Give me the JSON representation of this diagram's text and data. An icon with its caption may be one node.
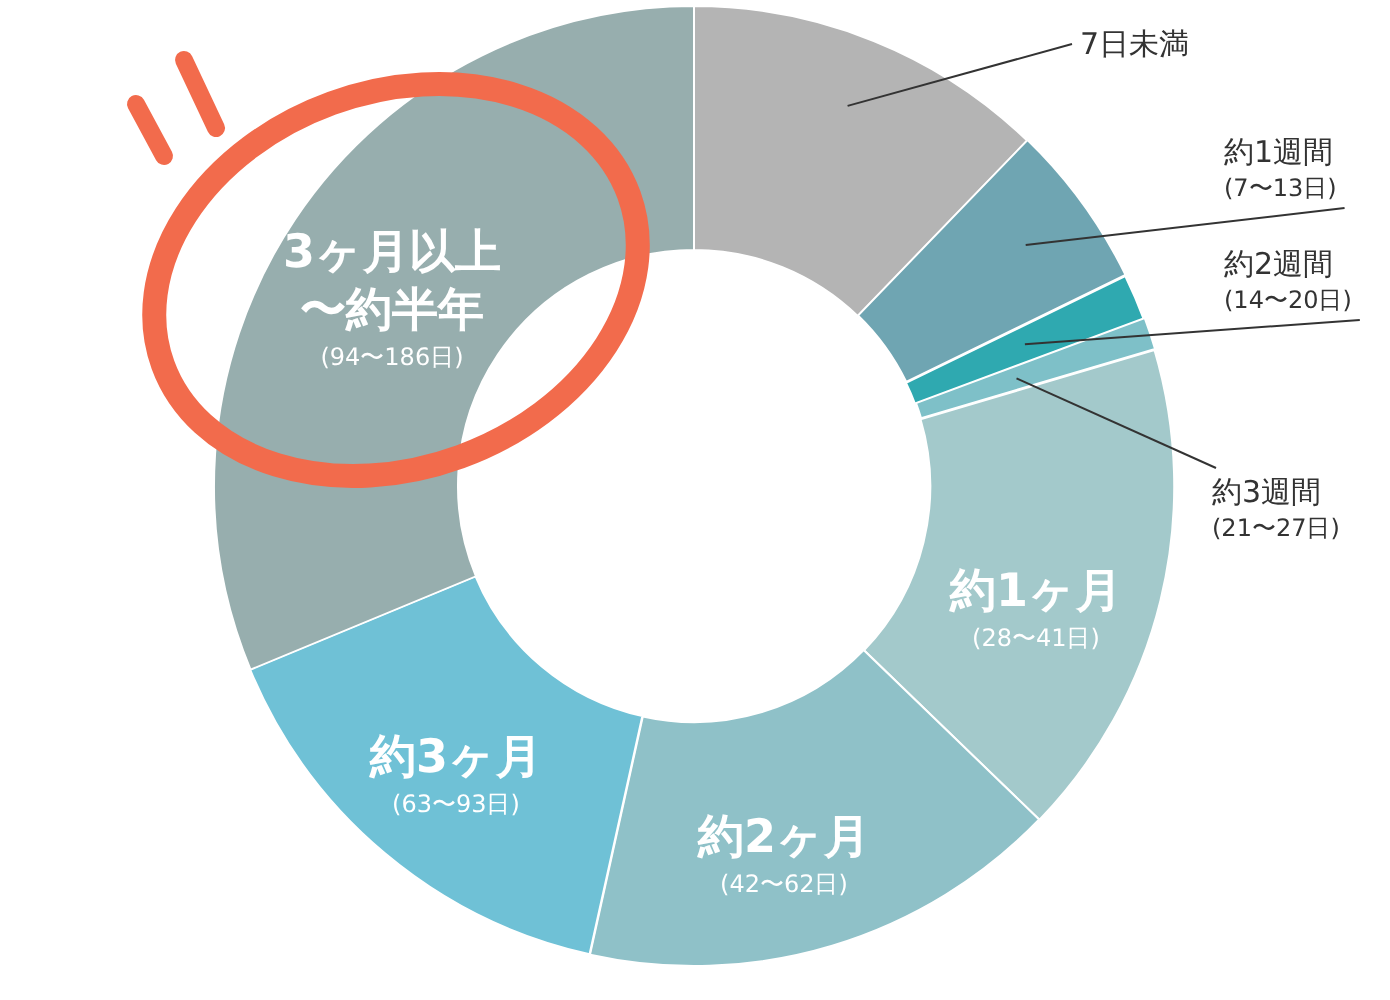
{
  "diagram": {
    "nodes": [
      {
        "text": [],
        "shape": "wedge"
      },
      {
        "text": [],
        "shape": "wedge"
      },
      {
        "text": [],
        "shape": "wedge"
      },
      {
        "text": [],
        "shape": "wedge"
      },
      {
        "text": [
          "約1ヶ月",
          "(28〜41日)"
        ]
      },
      {
        "text": [
          "約2ヶ月",
          "(42〜62日)"
        ]
      },
      {
        "text": [
          "約3ヶ月",
          "(63〜93日)"
        ]
      },
      {
        "text": [
          "3ヶ月以上〜約半年",
          "(94〜186日)"
        ]
      },
      {
        "text": [
          "7日未満"
        ]
      },
      {
        "text": [
          "約1週間",
          "(7〜13日)"
        ]
      },
      {
        "text": [
          "約2週間",
          "(14〜20日)"
        ]
      },
      {
        "text": [
          "約3週間",
          "(21〜27日)"
        ]
      }
    ],
    "edges": [
      {
        "from": 8,
        "to": 0,
        "arrow": "none"
      },
      {
        "from": 9,
        "to": 1,
        "arrow": "none"
      },
      {
        "from": 10,
        "to": 2,
        "arrow": "none"
      },
      {
        "from": 11,
        "to": 3,
        "arrow": "none"
      }
    ]
  }
}
